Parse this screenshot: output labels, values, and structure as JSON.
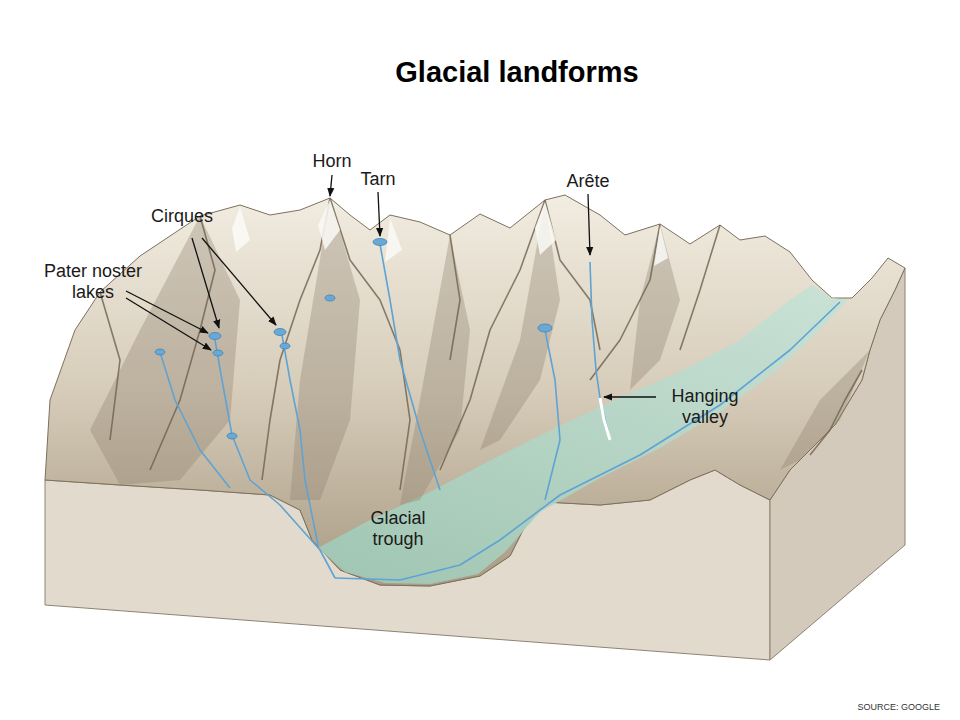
{
  "diagram": {
    "title": "Glacial landforms",
    "labels": [
      "Horn",
      "Tarn",
      "Arête",
      "Cirques",
      "Pater noster lakes",
      "Hanging valley",
      "Glacial trough",
      "SOURCE: GOOGLE"
    ]
  }
}
